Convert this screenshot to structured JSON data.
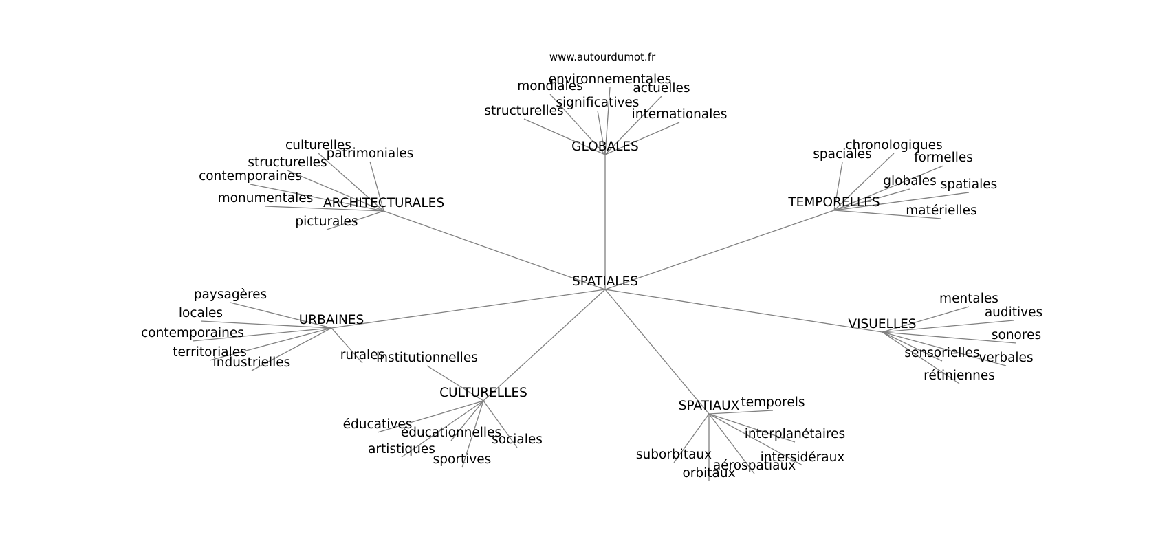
{
  "watermark": "www.autourdumot.fr",
  "graph": {
    "center": "SPATIALES",
    "groups": [
      {
        "hub": "GLOBALES",
        "leaves": [
          "environnementales",
          "mondiales",
          "actuelles",
          "significatives",
          "structurelles",
          "internationales"
        ]
      },
      {
        "hub": "ARCHITECTURALES",
        "leaves": [
          "culturelles",
          "patrimoniales",
          "structurelles",
          "contemporaines",
          "monumentales",
          "picturales"
        ]
      },
      {
        "hub": "TEMPORELLES",
        "leaves": [
          "chronologiques",
          "spaciales",
          "formelles",
          "globales",
          "spatiales",
          "matérielles"
        ]
      },
      {
        "hub": "URBAINES",
        "leaves": [
          "paysagères",
          "locales",
          "contemporaines",
          "territoriales",
          "industrielles",
          "rurales"
        ]
      },
      {
        "hub": "VISUELLES",
        "leaves": [
          "mentales",
          "auditives",
          "sonores",
          "sensorielles",
          "verbales",
          "rétiniennes"
        ]
      },
      {
        "hub": "CULTURELLES",
        "leaves": [
          "institutionnelles",
          "éducatives",
          "éducationnelles",
          "sociales",
          "artistiques",
          "sportives"
        ]
      },
      {
        "hub": "SPATIAUX",
        "leaves": [
          "temporels",
          "interplanétaires",
          "suborbitaux",
          "intersidéraux",
          "aérospatiaux",
          "orbitaux"
        ]
      }
    ]
  }
}
